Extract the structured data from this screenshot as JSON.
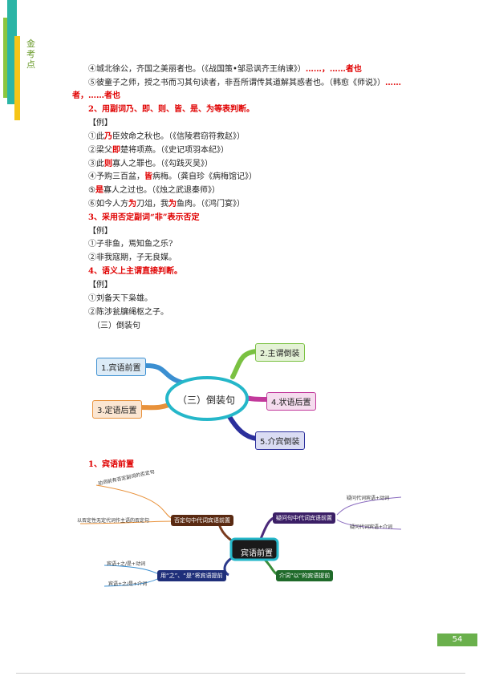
{
  "side": {
    "label": "金考点"
  },
  "lines": {
    "l1": "④城北徐公，齐国之美丽者也。（《战国策•邹忌讽齐王纳谏》）",
    "l1_red": "……，……者也",
    "l2": "⑤彼童子之师，授之书而习其句读者，非吾所谓传其道解其惑者也。（韩愈《师说》）",
    "l2_red": "……",
    "l3_red": "者，……者也",
    "h2": "2、用副词乃、即、则、皆、是、为等表判断。",
    "ex1": "【例】",
    "a1_pre": "①此",
    "a1_red": "乃",
    "a1_post": "臣效命之秋也。（《信陵君窃符救赵》）",
    "a2_pre": "②梁父",
    "a2_red": "即",
    "a2_post": "楚将项燕。（《史记项羽本纪》）",
    "a3_pre": "③此",
    "a3_red": "则",
    "a3_post": "寡人之罪也。（《勾践灭吴》）",
    "a4_pre": "④予购三百盆，",
    "a4_red": "皆",
    "a4_post": "病梅。（龚自珍《病梅馆记》）",
    "a5_pre": "⑤",
    "a5_red": "是",
    "a5_post": "寡人之过也。（《烛之武退秦师》）",
    "a6_pre": "⑥如今人方",
    "a6_red1": "为",
    "a6_mid": "刀俎，我",
    "a6_red2": "为",
    "a6_post": "鱼肉。（《鸿门宴》）",
    "h3": "3、采用否定副词“非”表示否定",
    "ex2": "【例】",
    "b1": "①子非鱼，焉知鱼之乐?",
    "b2": "②非我寇期，子无良媒。",
    "h4": "4、语义上主谓直接判断。",
    "ex3": "【例】",
    "c1": "①刘备天下枭雄。",
    "c2": "②陈涉瓮牖绳枢之子。",
    "sec3": "（三）倒装句"
  },
  "mindmap1": {
    "center": "（三）倒装句",
    "n1": "1.宾语前置",
    "n2": "2.主谓倒装",
    "n3": "3.定语后置",
    "n4": "4.状语后置",
    "n5": "5.介宾倒装",
    "colors": {
      "n1": "#3b8fd1",
      "n2": "#7ac142",
      "n3": "#e8913a",
      "n4": "#c2399b",
      "n5": "#2b2f9c"
    }
  },
  "h_sub1": "1、宾语前置",
  "mindmap2": {
    "center": "宾语前置",
    "neg": "否定句中代词宾语前置",
    "neg_a": "动词前有否定副词的否定句",
    "neg_b": "以否定性无定代词作主语的否定句",
    "q": "疑问句中代词宾语前置",
    "q_a": "疑问代词宾语+动词",
    "q_b": "疑问代词宾语+介词",
    "zhi": "用“之”、“是”将宾语提前",
    "zhi_a": "宾语+之/是+动词",
    "zhi_b": "宾语+之/是+介词",
    "yi": "介词“以”的宾语提前"
  },
  "page": {
    "number": "54"
  }
}
